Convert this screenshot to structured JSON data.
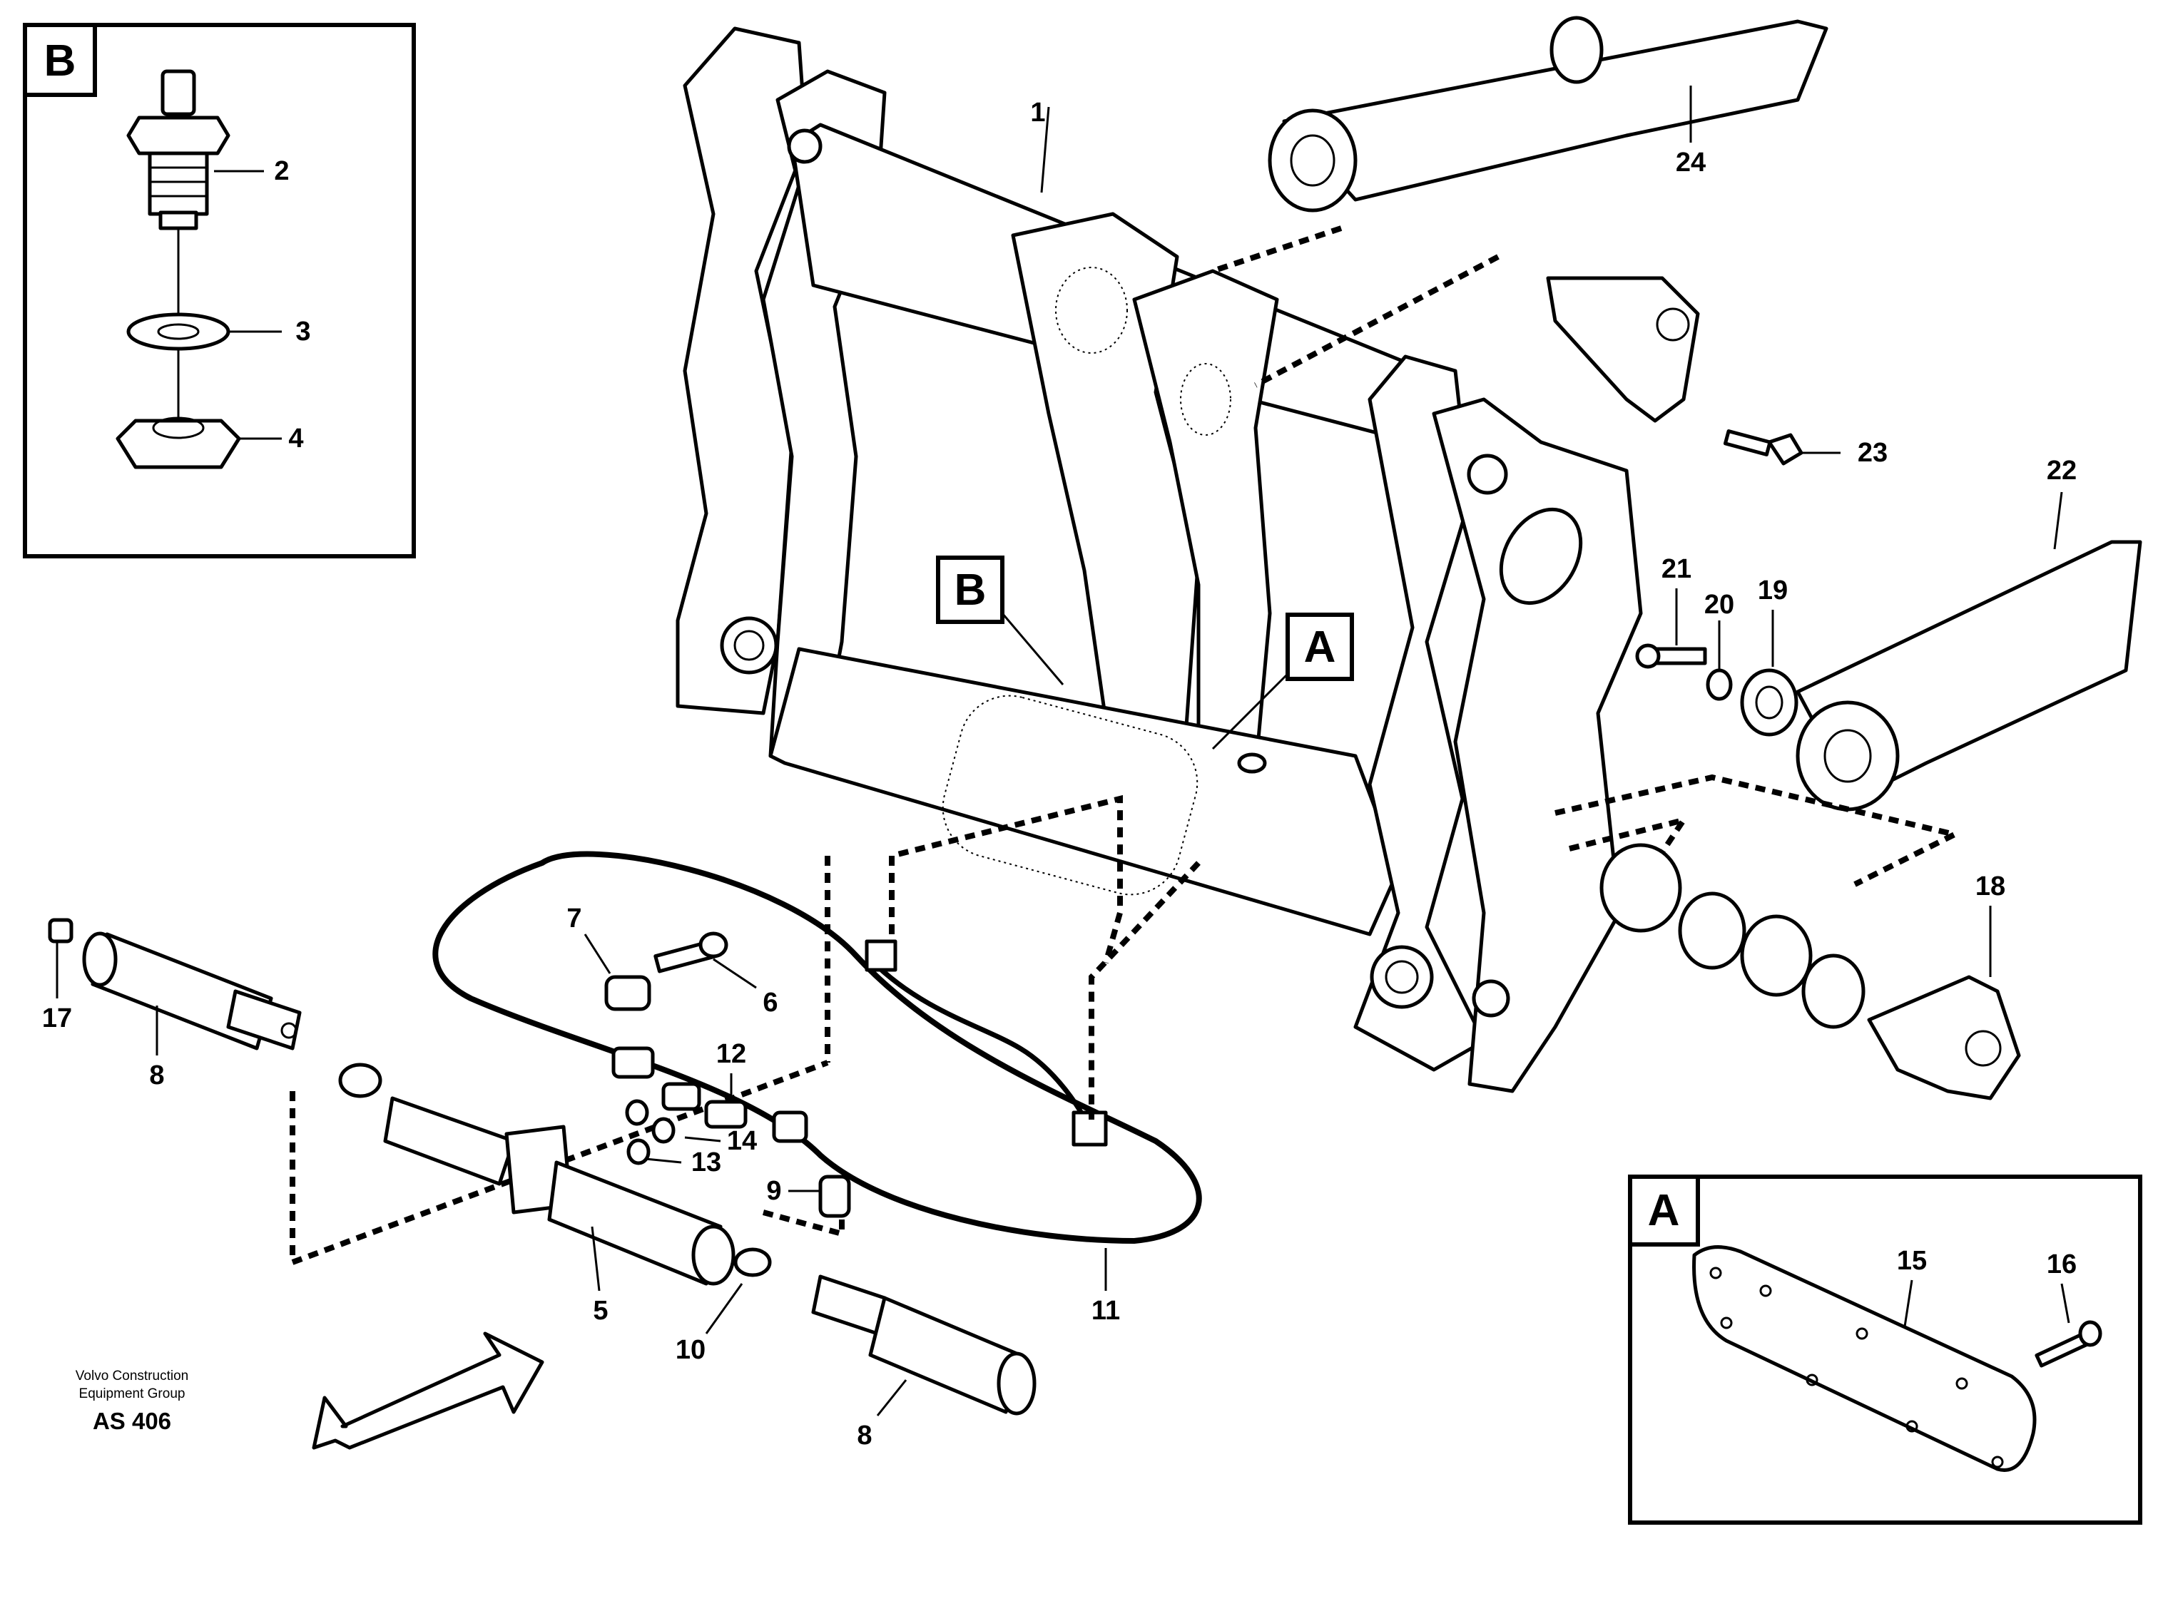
{
  "inset_b": {
    "label": "B",
    "callouts": [
      "2",
      "3",
      "4"
    ]
  },
  "inset_a": {
    "label": "A",
    "callouts": [
      "15",
      "16"
    ]
  },
  "detail_markers": {
    "b": "B",
    "a": "A"
  },
  "callouts": {
    "c1": "1",
    "c5": "5",
    "c6": "6",
    "c7": "7",
    "c8a": "8",
    "c8b": "8",
    "c9": "9",
    "c10": "10",
    "c11": "11",
    "c12": "12",
    "c13": "13",
    "c14": "14",
    "c17": "17",
    "c18": "18",
    "c19": "19",
    "c20": "20",
    "c21": "21",
    "c22": "22",
    "c23": "23",
    "c24": "24"
  },
  "credit": {
    "line1": "Volvo Construction",
    "line2": "Equipment Group",
    "ref": "AS 406"
  }
}
